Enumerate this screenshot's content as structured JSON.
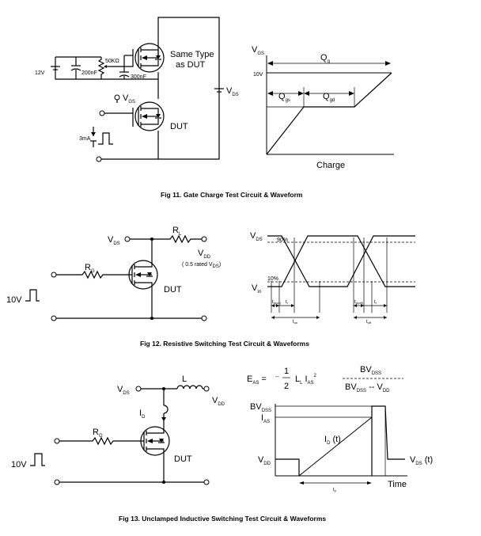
{
  "fig11": {
    "caption": "Fig 11.  Gate Charge Test Circuit  &  Waveform",
    "v12": "12V",
    "r50k": "50KΩ",
    "c200": "200nF",
    "c300": "300nF",
    "same_type_1": "Same Type",
    "same_type_2": "as DUT",
    "dut": "DUT",
    "vgs_main": "V",
    "vgs_sub": "GS",
    "vds_main": "V",
    "vds_sub": "DS",
    "ma3": "3mA",
    "wf_vgs_main": "V",
    "wf_vgs_sub": "GS",
    "wf_10v": "10V",
    "qg_main": "Q",
    "qg_sub": "g",
    "qgs_main": "Q",
    "qgs_sub": "gs",
    "qgd_main": "Q",
    "qgd_sub": "gd",
    "charge": "Charge"
  },
  "fig12": {
    "caption": "Fig 12.  Resistive Switching Test Circuit  &  Waveforms",
    "vds_main": "V",
    "vds_sub": "DS",
    "rl_main": "R",
    "rl_sub": "L",
    "vdd_main": "V",
    "vdd_sub": "DD",
    "rated": "( 0.5 rated V",
    "rated_sub": "DS",
    "rated_end": ")",
    "rg_main": "R",
    "rg_sub": "G",
    "dut": "DUT",
    "v10": "10V",
    "wf_vds_main": "V",
    "wf_vds_sub": "DS",
    "p90": "90%",
    "p10": "10%",
    "vin_main": "V",
    "vin_sub": "in",
    "td_on": "t",
    "td_on_sub": "d(on)",
    "tr": "t",
    "tr_sub": "r",
    "ton": "t",
    "ton_sub": "on",
    "td_off": "t",
    "td_off_sub": "d(off)",
    "tf": "t",
    "tf_sub": "f",
    "toff": "t",
    "toff_sub": "off"
  },
  "fig13": {
    "caption": "Fig 13.  Unclamped Inductive Switching Test Circuit  &  Waveforms",
    "l": "L",
    "vds_main": "V",
    "vds_sub": "DS",
    "vdd_main": "V",
    "vdd_sub": "DD",
    "id_main": "I",
    "id_sub": "D",
    "rg_main": "R",
    "rg_sub": "G",
    "dut": "DUT",
    "v10": "10V",
    "eas_main": "E",
    "eas_sub": "AS",
    "eq": "=",
    "minus": "--",
    "one": "1",
    "two": "2",
    "ll_main": "L",
    "ll_sub": "L",
    "ias_main": "I",
    "ias_sub": "AS",
    "sq": "2",
    "bv_main": "BV",
    "bv_sub": "DSS",
    "den_bv": "BV",
    "den_bv_sub": "DSS",
    "den_minus": " -- V",
    "den_vdd_sub": "DD",
    "wf_bv_main": "BV",
    "wf_bv_sub": "DSS",
    "wf_ias_main": "I",
    "wf_ias_sub": "AS",
    "idt_main": "I",
    "idt_sub": "D",
    "idt_end": " (t)",
    "wf_vdd_main": "V",
    "wf_vdd_sub": "DD",
    "vdst_main": "V",
    "vdst_sub": "DS",
    "vdst_end": " (t)",
    "tp": "t",
    "tp_sub": "p",
    "time": "Time"
  }
}
